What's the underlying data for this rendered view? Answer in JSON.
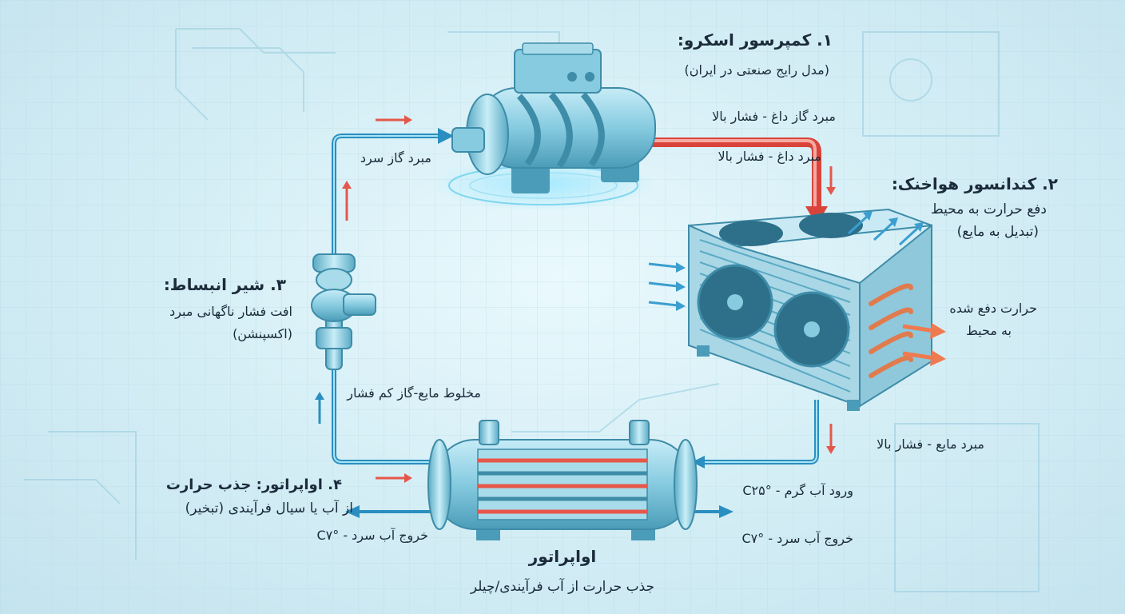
{
  "compressor": {
    "title": "۱. کمپرسور اسکرو:",
    "subtitle": "(مدل رایج صنعتی در ایران)",
    "out_label": "مبرد گاز داغ - فشار بالا",
    "out_label_2": "مبرد داغ - فشار بالا",
    "in_label": "مبرد گاز سرد"
  },
  "condenser": {
    "title": "۲. کندانسور هواخنک:",
    "line1": "دفع حرارت به محیط",
    "line2": "(تبدیل به مایع)",
    "heat_line1": "حرارت دفع شده",
    "heat_line2": "به محیط",
    "out_label": "مبرد مایع - فشار بالا"
  },
  "valve": {
    "title": "۳. شیر انبساط:",
    "line1": "افت فشار ناگهانی مبرد",
    "line2": "(اکسپنشن)",
    "out_label": "مخلوط مایع-گاز کم فشار"
  },
  "evaporator": {
    "title": "۴. اواپراتور: جذب حرارت",
    "line1": "از آب یا سیال فرآیندی (تبخیر)",
    "left_outlet": "خروج آب سرد - °C۷",
    "water_in": "ورود آب گرم - °C۲۵",
    "water_out": "خروج آب سرد - °C۷",
    "caption_title": "اواپراتور",
    "caption_sub": "جذب حرارت از آب فرآیندی/چیلر"
  },
  "colors": {
    "pipe_cold": "#33a9d6",
    "pipe_hot": "#e5574b",
    "metal": "#86cbe0",
    "metal_dark": "#3e8ca8",
    "heat_arrow": "#ef7a4f",
    "text": "#1b2b3a"
  }
}
